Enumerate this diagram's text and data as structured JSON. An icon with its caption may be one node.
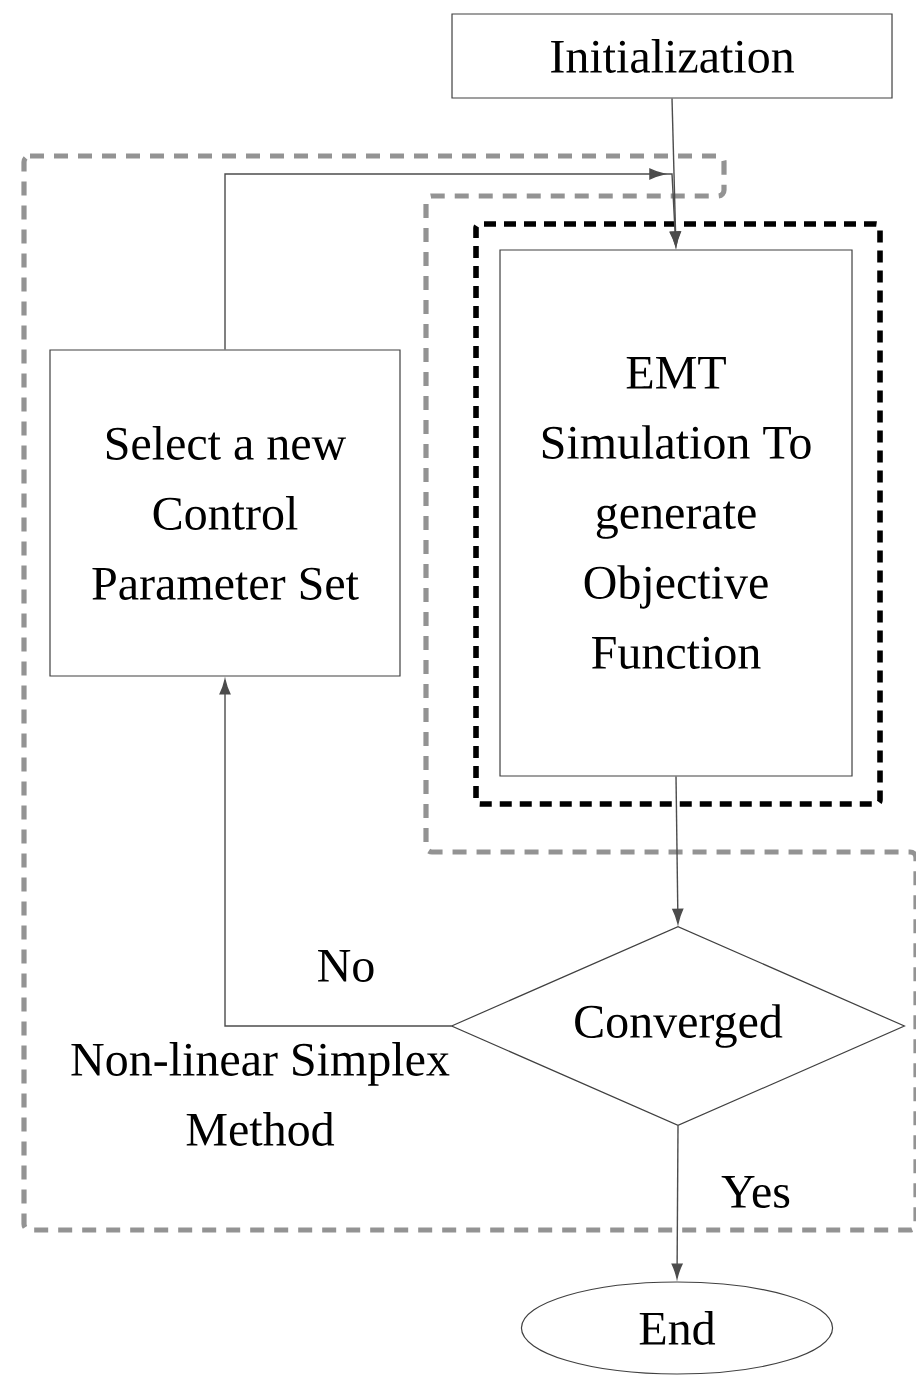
{
  "diagram": {
    "nodes": [
      {
        "text": [
          "Initialization"
        ]
      },
      {
        "text": [
          "Non-linear Simplex Method"
        ]
      },
      {
        "text": [
          "Select a new Control Parameter Set"
        ],
        "in": 1
      },
      {
        "text": [],
        "shape": "box"
      },
      {
        "text": [
          "EMT Simulation To generate Objective Function"
        ],
        "in": 3
      },
      {
        "text": [
          "Converged"
        ],
        "in": 1
      },
      {
        "text": [
          "End"
        ]
      }
    ],
    "edges": [
      {
        "from": 0,
        "to": 4,
        "arrow": "to"
      },
      {
        "from": 2,
        "to": 4,
        "arrow": "to"
      },
      {
        "from": 4,
        "to": 5,
        "arrow": "to"
      },
      {
        "from": 5,
        "to": 2,
        "arrow": "to",
        "label": "No"
      },
      {
        "from": 5,
        "to": 6,
        "arrow": "to",
        "label": "Yes"
      }
    ]
  }
}
